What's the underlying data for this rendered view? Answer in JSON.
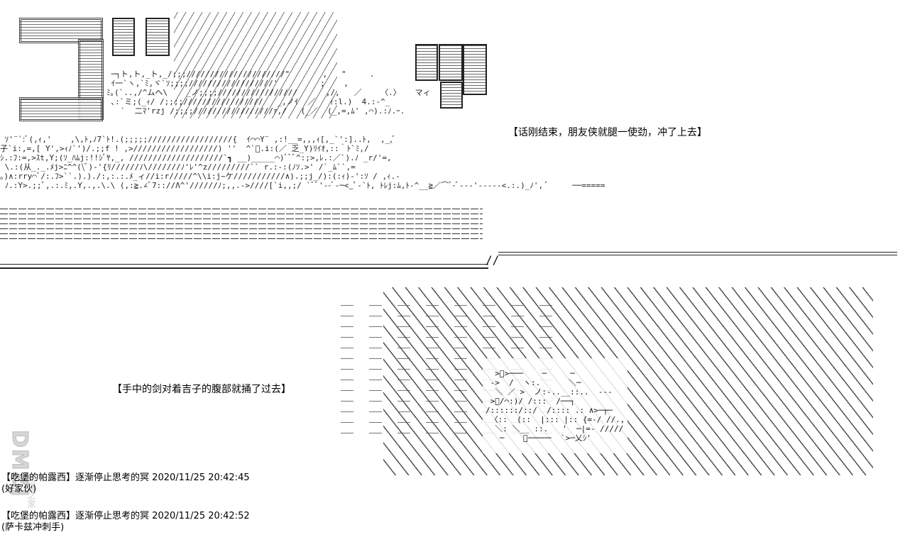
{
  "panel_top": {
    "caption": "【话刚结束，朋友侠就腿一使劲，冲了上去】"
  },
  "panel_bottom": {
    "caption": "【手中的剑对着吉子的腹部就捅了过去】"
  },
  "comments": [
    {
      "user": "【吃堡的帕露西】",
      "action": "逐渐停止思考的冥",
      "timestamp": "2020/11/25 20:42:45",
      "text": "(好家伙)"
    },
    {
      "user": "【吃堡的帕露西】",
      "action": "逐渐停止思考的冥",
      "timestamp": "2020/11/25 20:42:52",
      "text": "(萨卡兹冲刺手)"
    }
  ],
  "watermark": {
    "text": "DMZJ",
    "sub": "动漫之家"
  }
}
